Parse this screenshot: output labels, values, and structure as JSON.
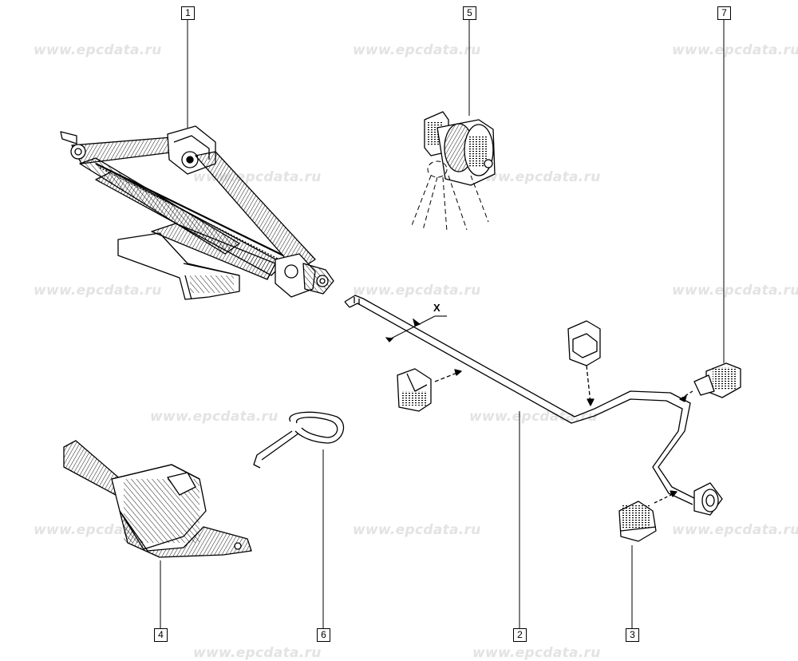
{
  "watermark": "www.epcdata.ru",
  "callouts": {
    "jack": "1",
    "wheel_brace": "2",
    "brace_clip": "3",
    "jack_holder": "4",
    "wing_bolt": "5",
    "tow_hook": "6",
    "brace_end_clip": "7"
  },
  "section_marker": "X"
}
